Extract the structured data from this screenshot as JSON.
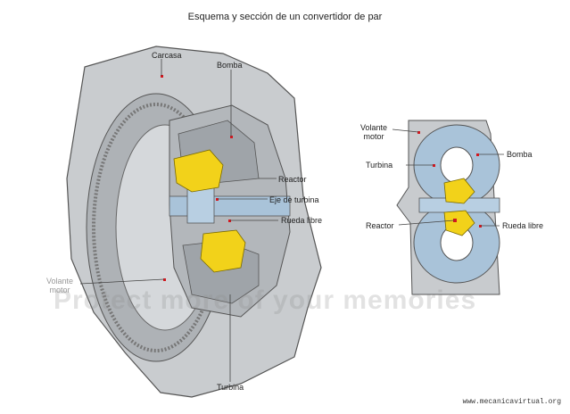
{
  "title": "Esquema y sección de un convertidor de par",
  "credit": "www.mecanicavirtual.org",
  "watermark": "Protect more of your memories",
  "left_diagram": {
    "labels": {
      "carcasa": "Carcasa",
      "bomba": "Bomba",
      "reactor": "Reactor",
      "eje_turbina": "Eje de turbina",
      "rueda_libre": "Rueda libre",
      "volante_motor": "Volante\nmotor",
      "turbina": "Turbina"
    }
  },
  "right_diagram": {
    "labels": {
      "volante_motor": "Volante\nmotor",
      "turbina": "Turbina",
      "bomba": "Bomba",
      "reactor": "Reactor",
      "rueda_libre": "Rueda libre"
    }
  },
  "colors": {
    "housing": "#b9bcbf",
    "housing_dark": "#8e9296",
    "blue_part": "#a9c3d9",
    "yellow_part": "#f2d21a",
    "red_marker": "#d3171e",
    "leader": "#444444"
  }
}
